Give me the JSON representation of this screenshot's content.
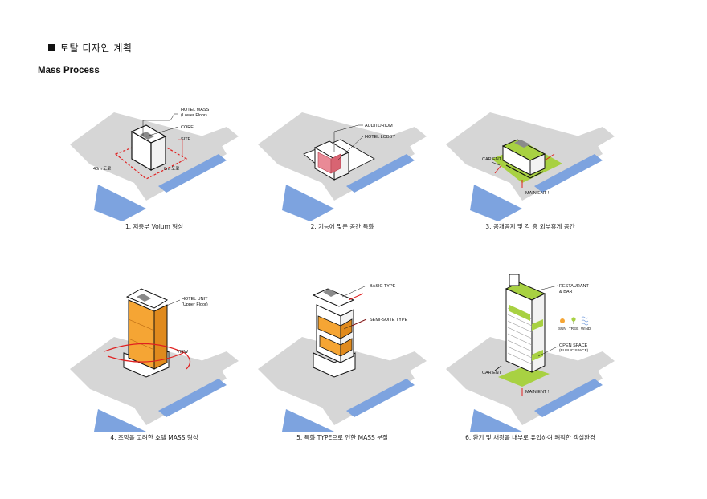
{
  "header": {
    "section_title": "토탈 디자인 계획",
    "subtitle": "Mass Process"
  },
  "panels": [
    {
      "caption": "1. 저층부 Volum 형성",
      "labels": {
        "hotel_mass": "HOTEL MASS",
        "lower_floor": "(Lower Floor)",
        "core": "CORE",
        "site": "SITE",
        "road_40": "40m 도로",
        "road_8": "8m 도로"
      }
    },
    {
      "caption": "2. 기능에 맞춘 공간 특화",
      "labels": {
        "auditorium": "AUDITORIUM",
        "hotel_lobby": "HOTEL LOBBY"
      }
    },
    {
      "caption": "3. 공개공지 및 각 층 외부휴게 공간",
      "labels": {
        "car_ent": "CAR ENT",
        "main_ent": "MAIN ENT !"
      }
    },
    {
      "caption": "4. 조망을 고려한 호텔  MASS 형성",
      "labels": {
        "hotel_unit": "HOTEL UNIT",
        "upper_floor": "(Upper Floor)",
        "view": "VIEW !"
      }
    },
    {
      "caption": "5. 특화 TYPE으로 인한 MASS 분절",
      "labels": {
        "basic_type": "BASIC TYPE",
        "semi_suite_type": "SEMI-SUITE TYPE"
      }
    },
    {
      "caption": "6. 환기 및 채광을 내부로 유입하여 쾌적한 객실환경",
      "labels": {
        "restaurant": "RESTAURANT",
        "bar": "& BAR",
        "sun": "SUN",
        "tree": "TREE",
        "wind": "WIND",
        "open_space": "OPEN SPACE",
        "public_space": "(PUBLIC SPACE)",
        "car_ent": "CAR ENT",
        "main_ent": "MAIN ENT !"
      }
    }
  ],
  "colors": {
    "ground": "#d6d6d6",
    "water": "#7da3df",
    "orange": "#f5a534",
    "orange_dark": "#e08a1d",
    "green": "#a8d142",
    "pink": "#e98a96",
    "red": "#e02020"
  }
}
